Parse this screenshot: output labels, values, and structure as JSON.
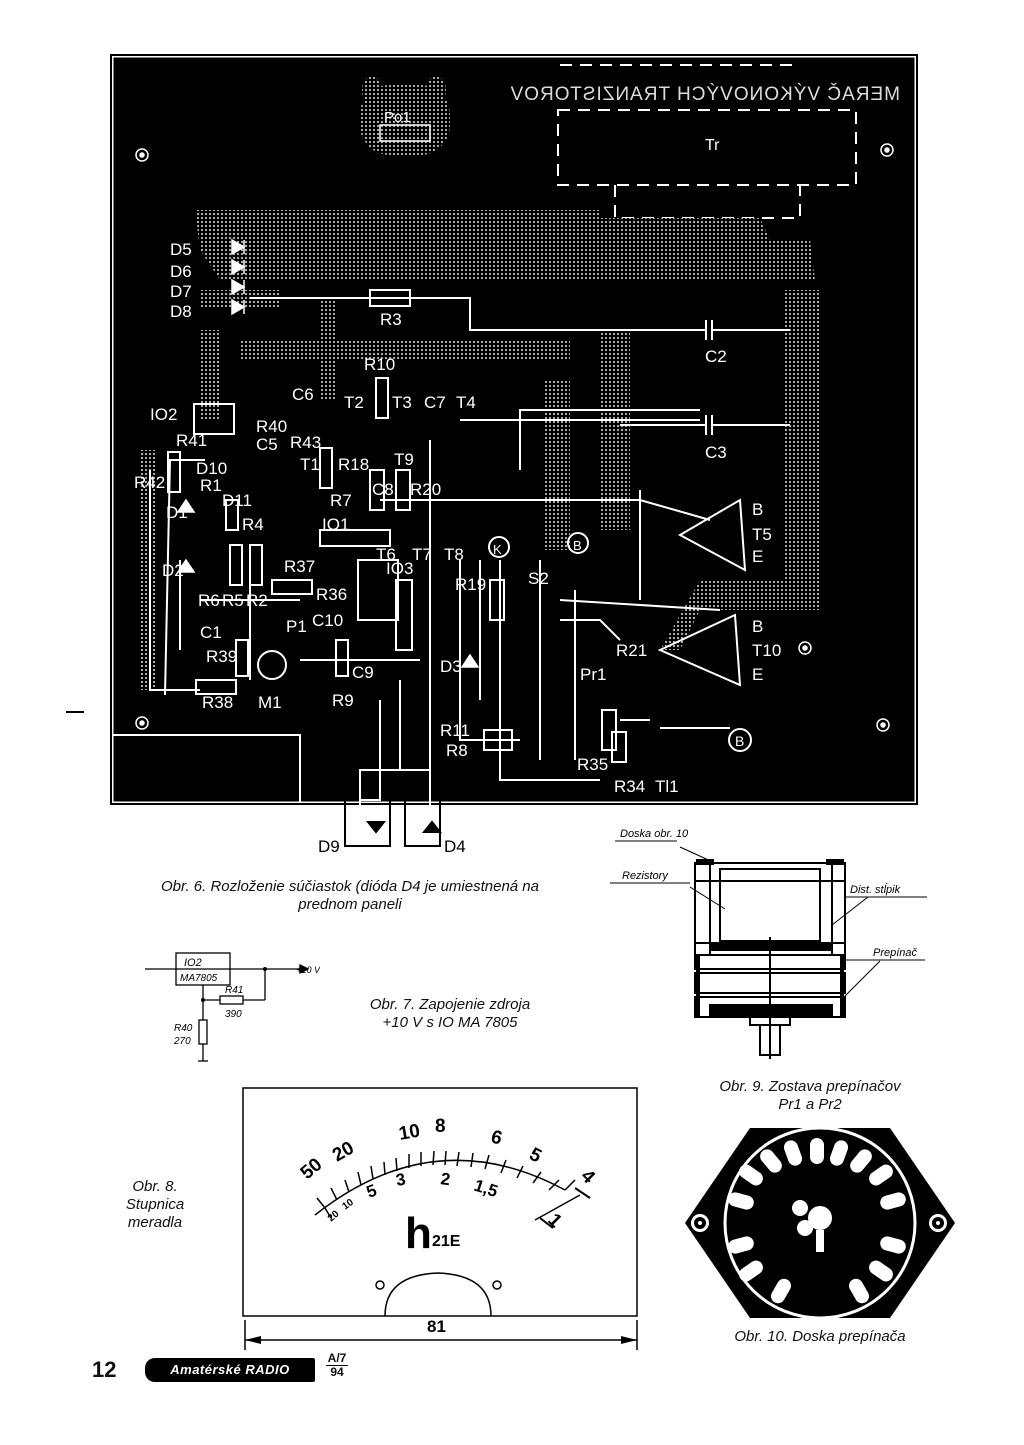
{
  "fig6": {
    "title_mirrored": "MERAČ VÝKONOVÝCH TRANZISTOROV",
    "labels": {
      "po1": "Po1",
      "tr": "Tr",
      "d5": "D5",
      "d6": "D6",
      "d7": "D7",
      "d8": "D8",
      "r3": "R3",
      "c2": "C2",
      "c3": "C3",
      "r10": "R10",
      "io2": "IO2",
      "r41": "R41",
      "r42": "R42",
      "r40": "R40",
      "c6": "C6",
      "c5": "C5",
      "r43": "R43",
      "t2": "T2",
      "t3": "T3",
      "c7": "C7",
      "t4": "T4",
      "t1": "T1",
      "r18": "R18",
      "t9": "T9",
      "d10": "D10",
      "r1": "R1",
      "d11": "D11",
      "d1": "D1",
      "r4": "R4",
      "c8": "C8",
      "r20": "R20",
      "r7": "R7",
      "io1": "IO1",
      "t6": "T6",
      "t7": "T7",
      "t8": "T8",
      "k": "K",
      "b_circle": "B",
      "s2": "S2",
      "b5": "B",
      "t5": "T5",
      "e5": "E",
      "d2": "D2",
      "r37": "R37",
      "io3": "IO3",
      "r19": "R19",
      "r6": "R6",
      "r5": "R5",
      "r2": "R2",
      "r36": "R36",
      "c1": "C1",
      "p1": "P1",
      "c10": "C10",
      "b10": "B",
      "t10": "T10",
      "e10": "E",
      "r21": "R21",
      "pr1": "Pr1",
      "d3": "D3",
      "r39": "R39",
      "c9": "C9",
      "r38": "R38",
      "m1": "M1",
      "r9": "R9",
      "r11": "R11",
      "r8": "R8",
      "r35": "R35",
      "r34": "R34",
      "tl1": "Tl1",
      "b_circle2": "B",
      "d9": "D9",
      "d4": "D4"
    },
    "caption": "Obr. 6. Rozloženie súčiastok (dióda D4 je umiestnená na prednom paneli"
  },
  "fig7": {
    "io2": "IO2",
    "ma": "MA7805",
    "out": "+10 V",
    "r41": "R41",
    "r41v": "390",
    "r40": "R40",
    "r40v": "270",
    "caption1": "Obr. 7. Zapojenie zdroja",
    "caption2": "+10 V s IO MA 7805"
  },
  "fig8": {
    "caption1": "Obr. 8.",
    "caption2": "Stupnica",
    "caption3": "meradla",
    "outer_scale": [
      "50",
      "20",
      "10",
      "8",
      "6",
      "5"
    ],
    "inner_scale": [
      "20",
      "10",
      "5",
      "3",
      "2",
      "1,5"
    ],
    "end_marks": [
      "4",
      "1"
    ],
    "symbol": "h",
    "symbol_sub": "21E",
    "dimension": "81"
  },
  "fig9": {
    "doska": "Doska obr. 10",
    "rezistory": "Rezistory",
    "dist": "Dist. stĺpik",
    "prepinac": "Prepínač",
    "caption1": "Obr. 9. Zostava prepínačov",
    "caption2": "Pr1 a Pr2"
  },
  "fig10": {
    "caption": "Obr. 10. Doska prepínača"
  },
  "footer": {
    "page": "12",
    "logo": "Amatérské RADIO",
    "issue_top": "A/7",
    "issue_bottom": "94"
  }
}
